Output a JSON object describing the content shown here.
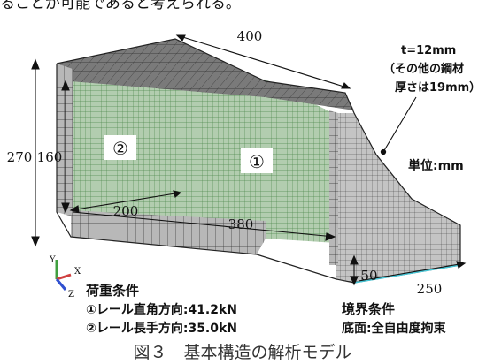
{
  "top_text": "ることが可能であると考えられる。",
  "note": {
    "line1": "t=12mm",
    "line2": "（その他の鋼材",
    "line3": "厚さは19mm）"
  },
  "dimensions": {
    "top_width": "400",
    "total_height": "270",
    "inner_height": "160",
    "depth_inner": "200",
    "length": "380",
    "base_height": "50",
    "base_length": "250"
  },
  "markers": {
    "load1": "①",
    "load2": "②"
  },
  "unit": "単位:mm",
  "axes": {
    "x": "X",
    "y": "Y",
    "z": "Z"
  },
  "load_conditions": {
    "title": "荷重条件",
    "line1": "①レール直角方向:41.2kN",
    "line2": "②レール長手方向:35.0kN"
  },
  "boundary_conditions": {
    "title": "境界条件",
    "line1": "底面:全自由度拘束"
  },
  "caption": "図３　基本構造の解析モデル",
  "colors": {
    "mesh_fill": "#b4b4b4",
    "mesh_line": "#2a2a2a",
    "web_fill": "#8fb38f",
    "web_line": "#3f7a3f",
    "axis_x": "#d04040",
    "axis_y": "#40a040",
    "axis_z": "#3050d0"
  }
}
